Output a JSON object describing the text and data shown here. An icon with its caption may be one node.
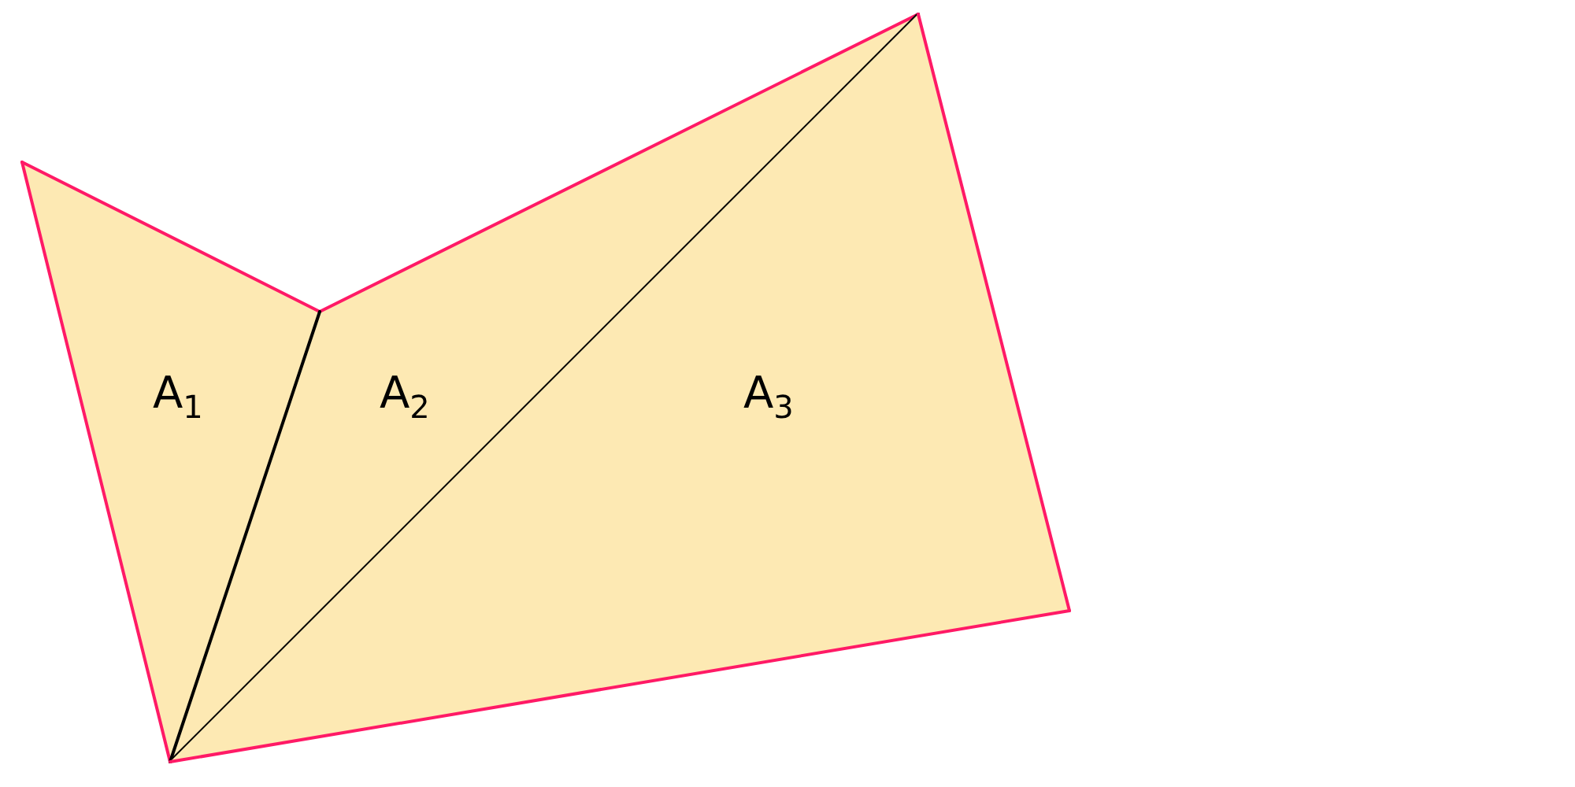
{
  "diagram": {
    "nodes": [
      {
        "text": [
          "A$_{1}$"
        ]
      },
      {
        "text": [
          "A$_{2}$"
        ]
      },
      {
        "text": [
          "A$_{3}$"
        ]
      }
    ]
  }
}
